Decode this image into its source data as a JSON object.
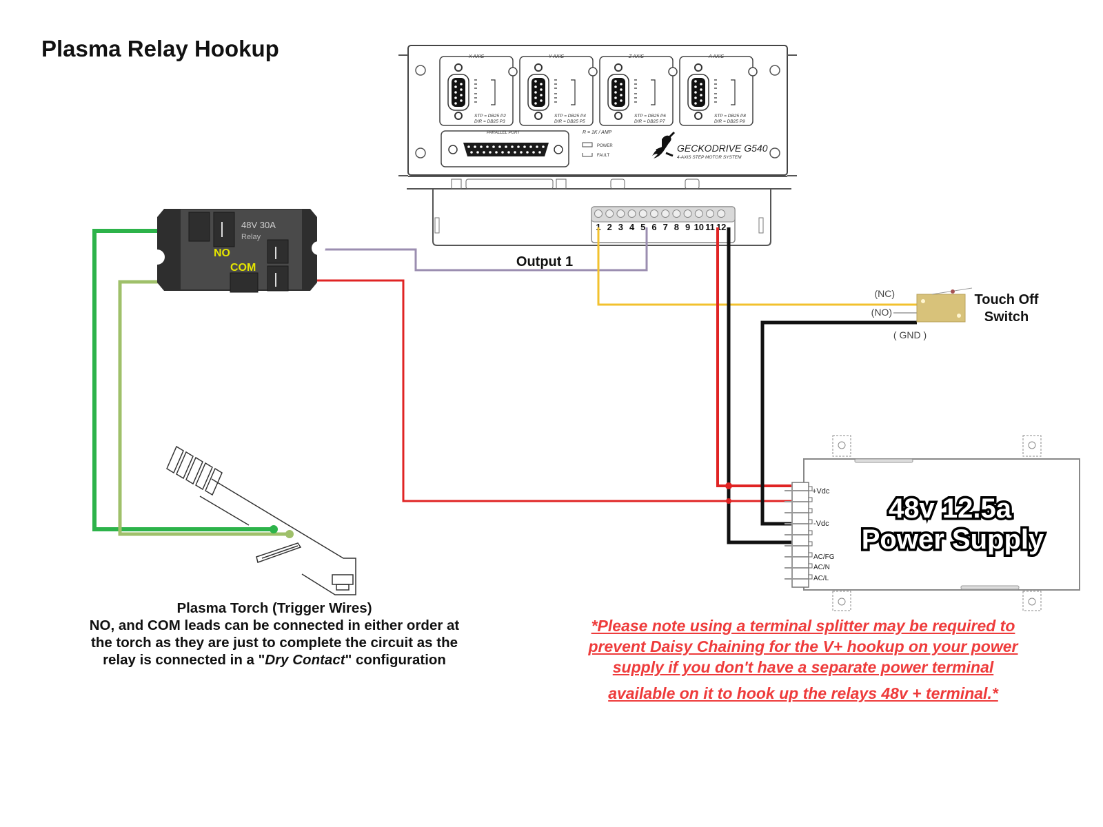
{
  "title": "Plasma Relay Hookup",
  "relay": {
    "rating": "48V 30A",
    "type": "Relay",
    "no_label": "NO",
    "com_label": "COM",
    "body_color": "#2e2e2e",
    "label_color": "#e6e600"
  },
  "controller": {
    "brand": "GECKODRIVE G540",
    "subtitle": "4-AXIS STEP MOTOR SYSTEM",
    "axes": [
      {
        "name": "X AXIS",
        "pins": "STP = DB25 P2 / DIR = DB25 P3"
      },
      {
        "name": "Y AXIS",
        "pins": "STP = DB25 P4 / DIR = DB25 P5"
      },
      {
        "name": "Z AXIS",
        "pins": "STP = DB25 P6 / DIR = DB25 P7"
      },
      {
        "name": "A AXIS",
        "pins": "STP = DB25 P8 / DIR = DB25 P9"
      }
    ],
    "parallel_port_label": "PARALLEL PORT",
    "current_label": "R = 1K / AMP",
    "power_led": "POWER",
    "fault_led": "FAULT",
    "terminals": [
      "1",
      "2",
      "3",
      "4",
      "5",
      "6",
      "7",
      "8",
      "9",
      "10",
      "11",
      "12"
    ]
  },
  "output_label": "Output 1",
  "switch": {
    "title_line1": "Touch Off",
    "title_line2": "Switch",
    "nc": "(NC)",
    "no": "(NO)",
    "gnd": "( GND )"
  },
  "power_supply": {
    "line1": "48v 12.5a",
    "line2": "Power Supply",
    "terminals": [
      "+Vdc",
      "-Vdc",
      "AC/FG",
      "AC/N",
      "AC/L"
    ]
  },
  "torch_caption": {
    "line1": "Plasma Torch (Trigger Wires)",
    "line2": "NO, and COM leads can be connected in either order at",
    "line3": "the torch as they are just to complete the circuit as the",
    "line4_pre": "relay is connected in a \"",
    "line4_em": "Dry Contact",
    "line4_post": "\" configuration"
  },
  "note": {
    "line1": "*Please note using a terminal splitter may be required to",
    "line2": "prevent Daisy Chaining for the V+ hookup on your power",
    "line3": "supply if you don't have a separate power terminal",
    "line4": "available on it to hook up the relays 48v + terminal.*"
  },
  "wire_colors": {
    "no_wire": "#2db34a",
    "com_wire": "#9fc06a",
    "output_wire": "#9b8eb0",
    "positive_wire": "#e02424",
    "ground_wire": "#111111",
    "probe_wire": "#f2c12e"
  }
}
